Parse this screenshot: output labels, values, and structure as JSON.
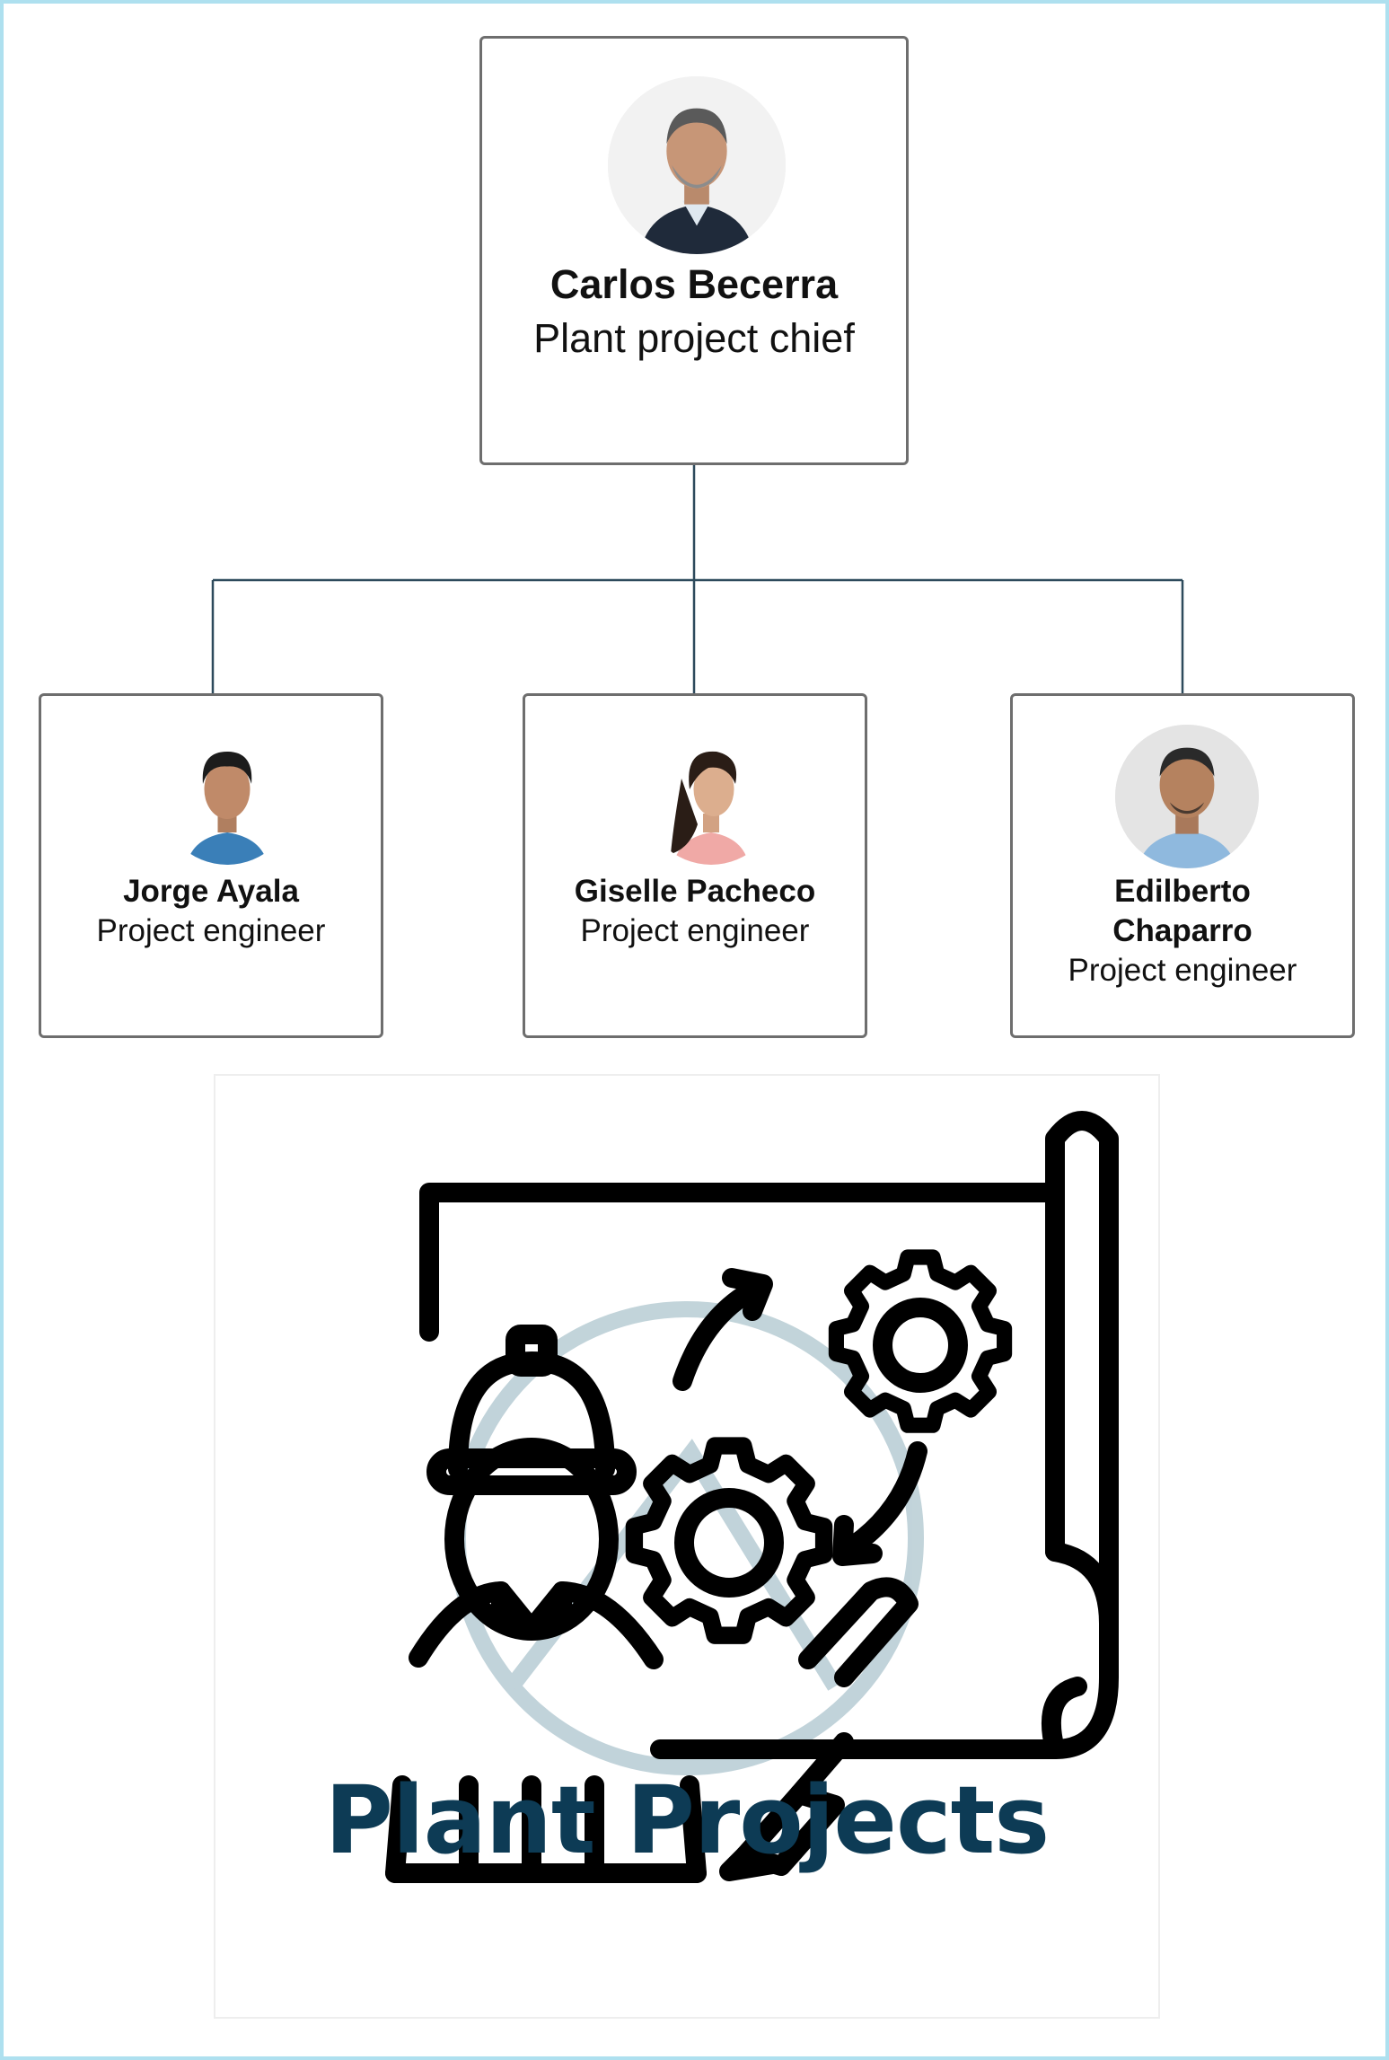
{
  "chief": {
    "name": "Carlos Becerra",
    "role": "Plant project chief",
    "photo_icon": "person-photo"
  },
  "engineers": [
    {
      "name": "Jorge Ayala",
      "role": "Project engineer",
      "photo_icon": "person-photo"
    },
    {
      "name": "Giselle Pacheco",
      "role": "Project engineer",
      "photo_icon": "person-photo"
    },
    {
      "name": "Edilberto Chaparro",
      "role": "Project engineer",
      "photo_icon": "person-photo"
    }
  ],
  "logo": {
    "text": "Plant Projects",
    "icon": "engineer-blueprint-gears-icon"
  },
  "colors": {
    "frame_border": "#aee0ef",
    "card_border": "#6e6e6e",
    "connector": "#2d4a5c",
    "logo_text": "#0d3b55",
    "logo_watermark": "#b7ccd4"
  }
}
